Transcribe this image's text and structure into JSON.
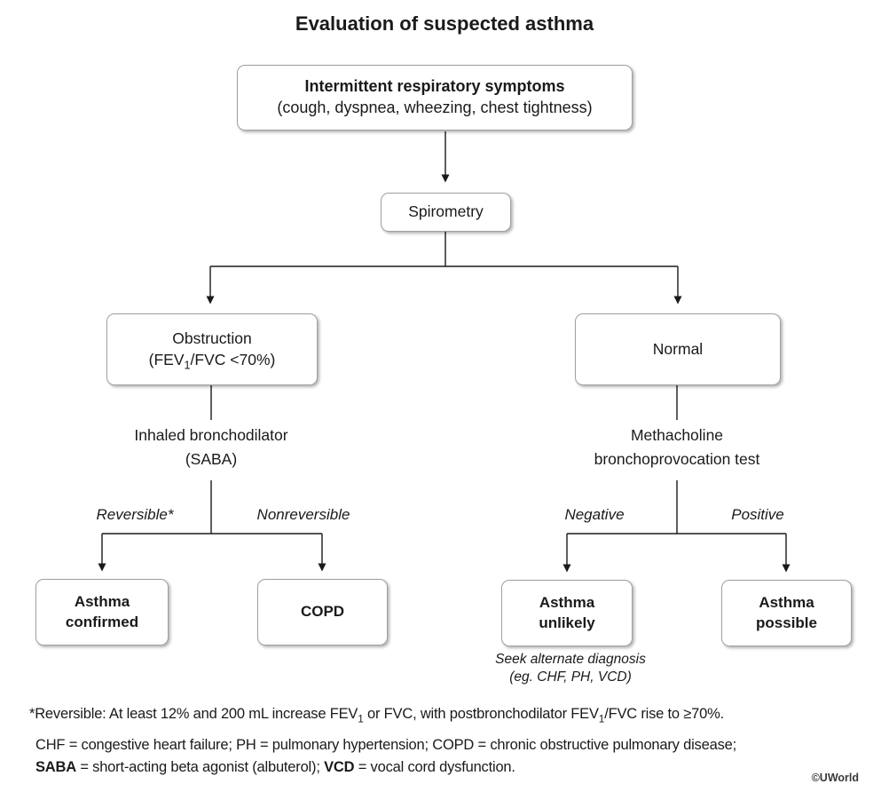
{
  "title": "Evaluation of suspected asthma",
  "flow": {
    "top_box": {
      "line1": "Intermittent respiratory symptoms",
      "line2": "(cough, dyspnea, wheezing, chest tightness)"
    },
    "spirometry_box": {
      "label": "Spirometry"
    },
    "obstruction_box": {
      "line1": "Obstruction",
      "line2_rich": [
        {
          "t": "(FEV"
        },
        {
          "t": "1",
          "sub": true
        },
        {
          "t": "/FVC <70%)"
        }
      ]
    },
    "normal_box": {
      "label": "Normal"
    },
    "left_step": {
      "line1": "Inhaled bronchodilator",
      "line2": "(SABA)"
    },
    "right_step": {
      "line1": "Methacholine",
      "line2": "bronchoprovocation test"
    },
    "branch_labels": {
      "reversible": "Reversible*",
      "nonreversible": "Nonreversible",
      "negative": "Negative",
      "positive": "Positive"
    },
    "outcome_asthma_confirmed": {
      "line1": "Asthma",
      "line2": "confirmed"
    },
    "outcome_copd": {
      "label": "COPD"
    },
    "outcome_asthma_unlikely": {
      "line1": "Asthma",
      "line2": "unlikely"
    },
    "outcome_asthma_possible": {
      "line1": "Asthma",
      "line2": "possible"
    },
    "seek_alternate": {
      "line1": "Seek alternate diagnosis",
      "line2": "(eg. CHF, PH, VCD)"
    }
  },
  "footnotes": {
    "line1_rich": [
      {
        "t": "*Reversible: At least 12% and 200 mL increase FEV"
      },
      {
        "t": "1",
        "sub": true
      },
      {
        "t": " or FVC, with postbronchodilator FEV"
      },
      {
        "t": "1",
        "sub": true
      },
      {
        "t": "/FVC rise to ≥70%."
      }
    ],
    "line2": "CHF = congestive heart failure; PH = pulmonary hypertension; COPD = chronic obstructive pulmonary disease;",
    "line3_rich": [
      {
        "t": "SABA",
        "b": true
      },
      {
        "t": " = short-acting beta agonist (albuterol); "
      },
      {
        "t": "VCD",
        "b": true
      },
      {
        "t": " = vocal cord dysfunction."
      }
    ]
  },
  "credit": "©UWorld",
  "colors": {
    "line": "#1a1a1a",
    "text": "#1a1a1a",
    "box_border": "#a0a0a0",
    "shadow": "rgba(0,0,0,0.3)"
  }
}
